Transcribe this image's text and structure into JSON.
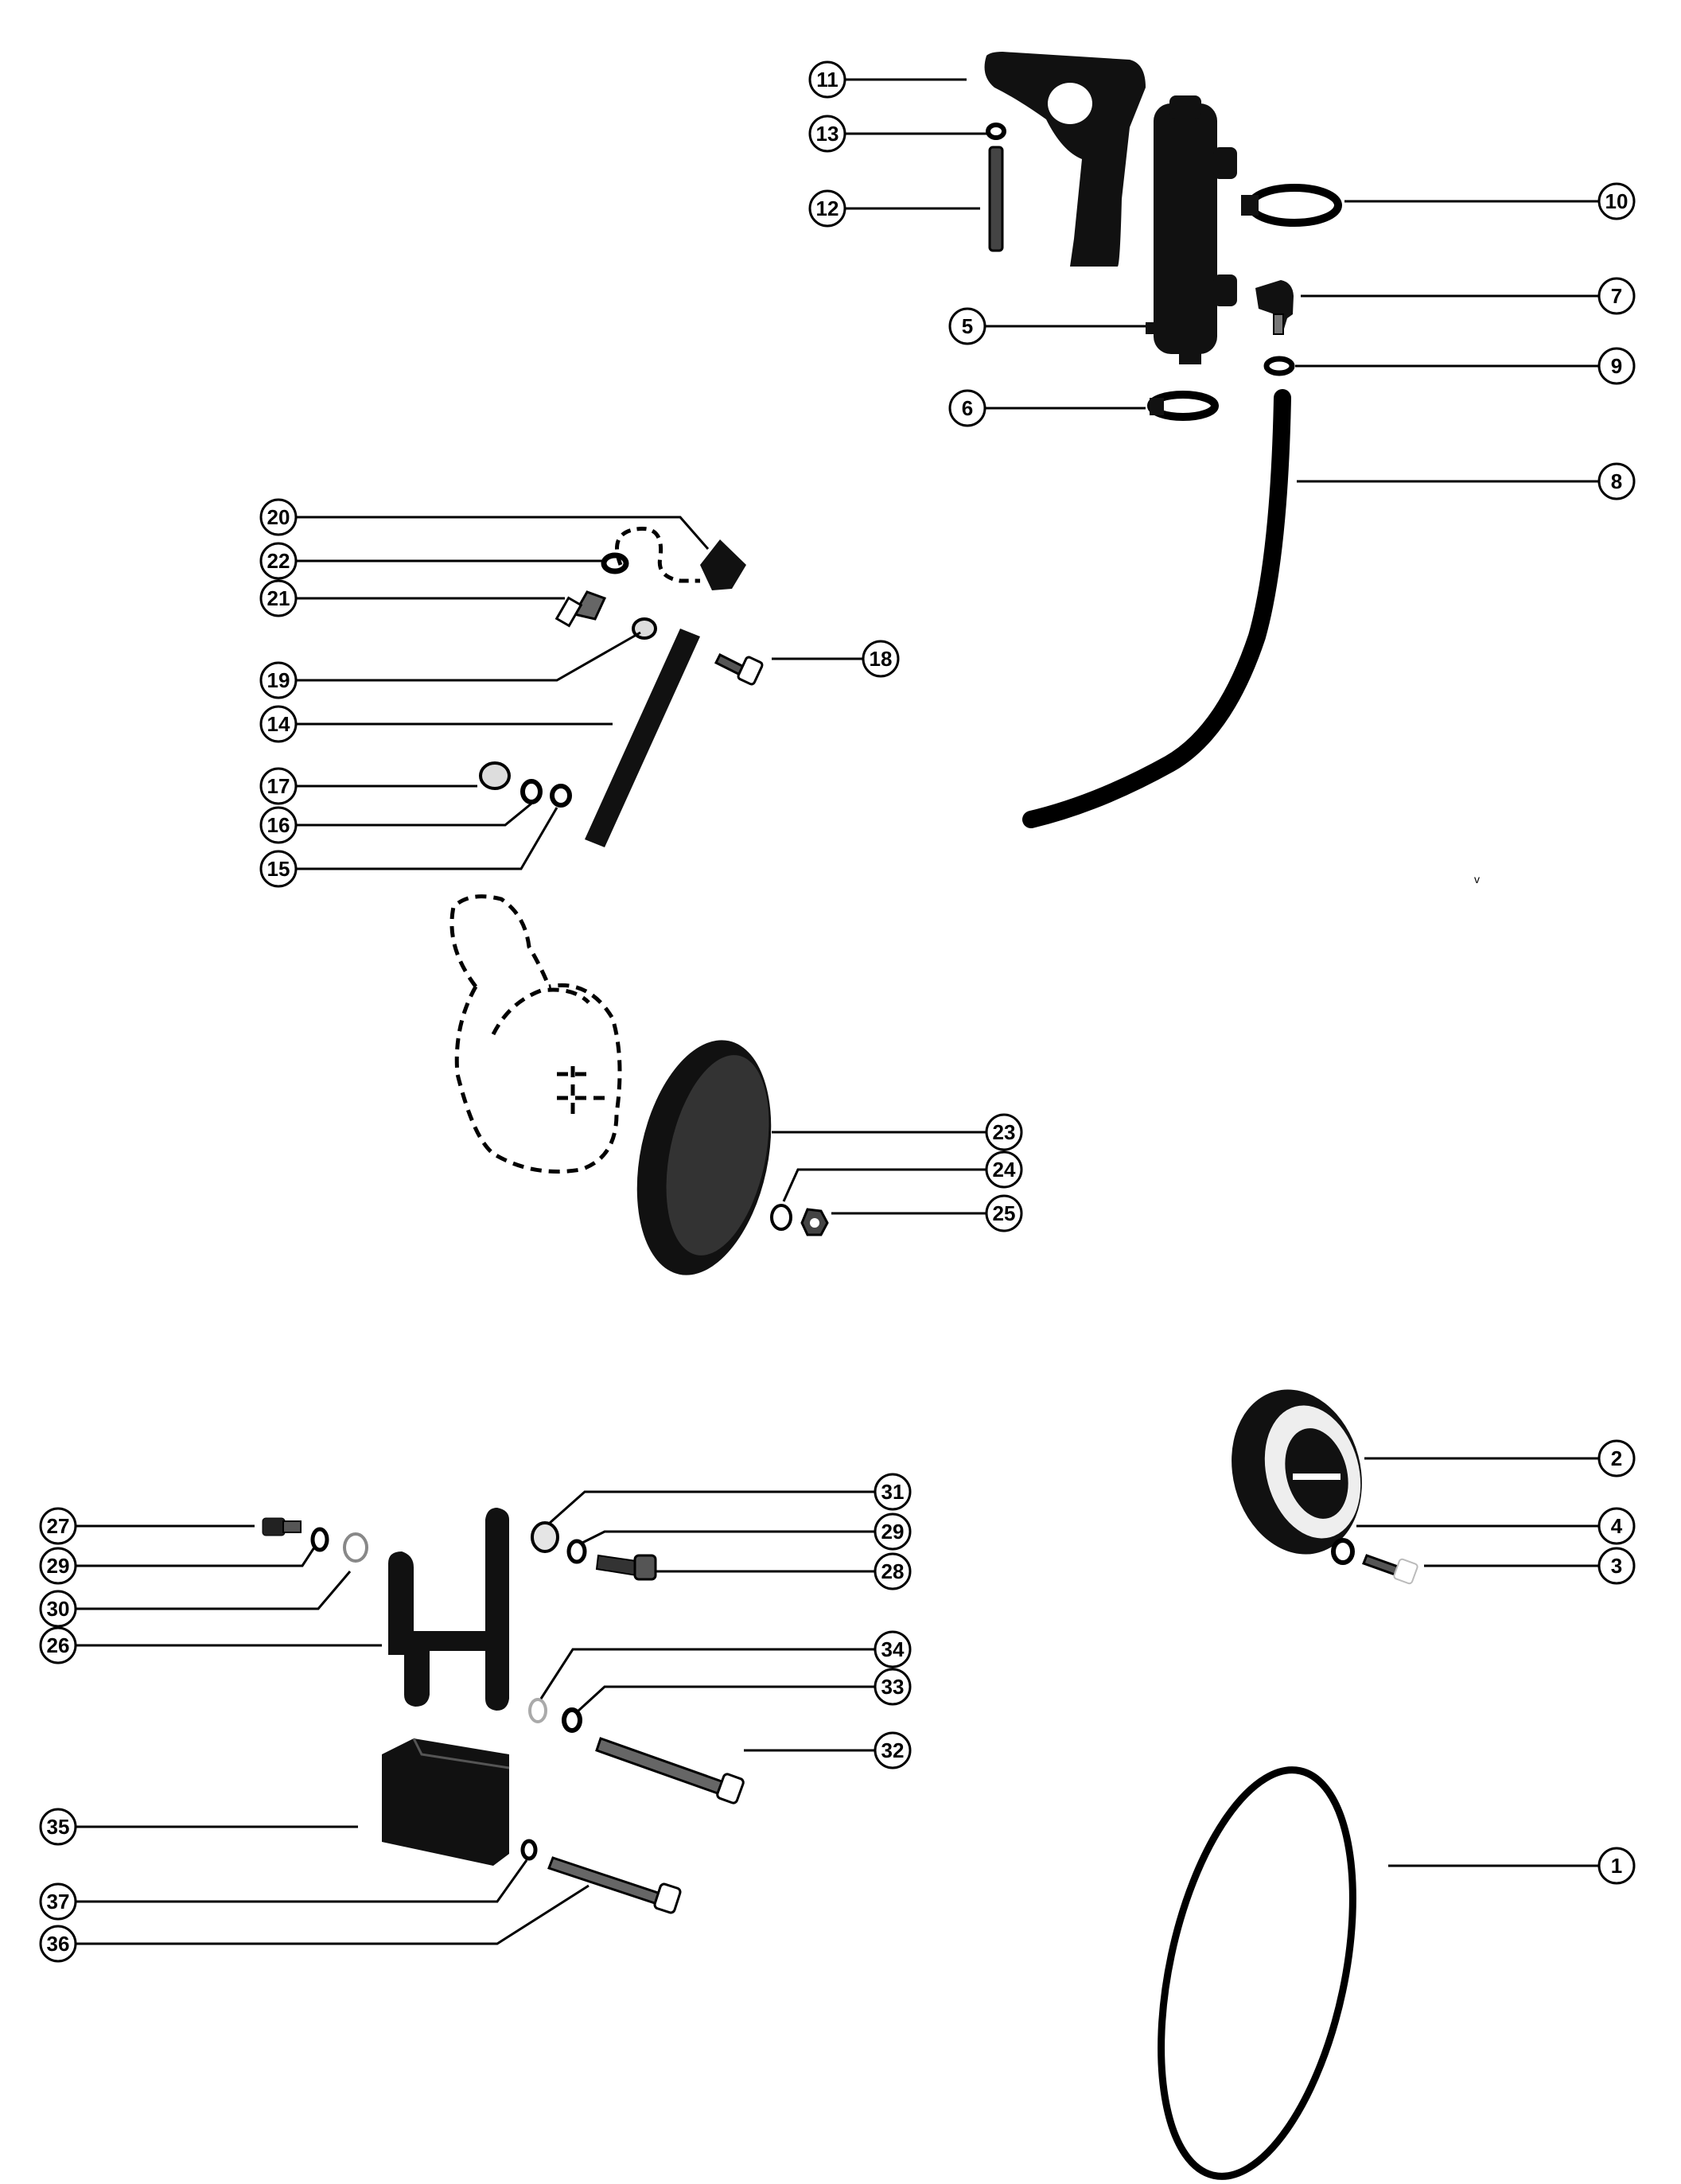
{
  "diagram": {
    "callouts": [
      {
        "id": "c11",
        "label": "11"
      },
      {
        "id": "c13",
        "label": "13"
      },
      {
        "id": "c12",
        "label": "12"
      },
      {
        "id": "c10",
        "label": "10"
      },
      {
        "id": "c7",
        "label": "7"
      },
      {
        "id": "c5",
        "label": "5"
      },
      {
        "id": "c9",
        "label": "9"
      },
      {
        "id": "c6",
        "label": "6"
      },
      {
        "id": "c8",
        "label": "8"
      },
      {
        "id": "c20",
        "label": "20"
      },
      {
        "id": "c22",
        "label": "22"
      },
      {
        "id": "c21",
        "label": "21"
      },
      {
        "id": "c18",
        "label": "18"
      },
      {
        "id": "c19",
        "label": "19"
      },
      {
        "id": "c14",
        "label": "14"
      },
      {
        "id": "c17",
        "label": "17"
      },
      {
        "id": "c16",
        "label": "16"
      },
      {
        "id": "c15",
        "label": "15"
      },
      {
        "id": "c23",
        "label": "23"
      },
      {
        "id": "c24",
        "label": "24"
      },
      {
        "id": "c25",
        "label": "25"
      },
      {
        "id": "c2",
        "label": "2"
      },
      {
        "id": "c4",
        "label": "4"
      },
      {
        "id": "c3",
        "label": "3"
      },
      {
        "id": "c27",
        "label": "27"
      },
      {
        "id": "c29a",
        "label": "29"
      },
      {
        "id": "c30",
        "label": "30"
      },
      {
        "id": "c26",
        "label": "26"
      },
      {
        "id": "c31",
        "label": "31"
      },
      {
        "id": "c29b",
        "label": "29"
      },
      {
        "id": "c28",
        "label": "28"
      },
      {
        "id": "c34",
        "label": "34"
      },
      {
        "id": "c33",
        "label": "33"
      },
      {
        "id": "c32",
        "label": "32"
      },
      {
        "id": "c35",
        "label": "35"
      },
      {
        "id": "c37",
        "label": "37"
      },
      {
        "id": "c36",
        "label": "36"
      },
      {
        "id": "c1",
        "label": "1"
      }
    ],
    "stray_mark": "v"
  }
}
